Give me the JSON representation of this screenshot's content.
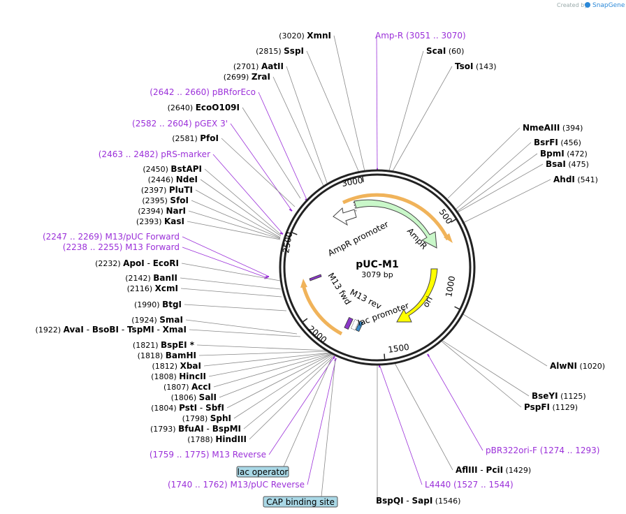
{
  "credit": "Created by",
  "brand": "SnapGene",
  "plasmid": {
    "name": "pUC-M1",
    "length_label": "3079 bp"
  },
  "ticks": [
    "500",
    "1000",
    "1500",
    "2000",
    "2500",
    "3000"
  ],
  "features": [
    {
      "name": "AmpR",
      "color": "#c9f7c9"
    },
    {
      "name": "AmpR promoter",
      "color": "#ffffff"
    },
    {
      "name": "ori",
      "color": "#ffff00"
    },
    {
      "name": "lac promoter",
      "color": "#ffffff"
    },
    {
      "name": "M13 rev",
      "color": "#ffffff"
    },
    {
      "name": "M13 fwd",
      "color": "#ffffff"
    }
  ],
  "boxed": [
    {
      "name": "lac operator",
      "color": "#a9d8e6"
    },
    {
      "name": "CAP binding site",
      "color": "#a9d8e6"
    }
  ],
  "sites": [
    {
      "id": "xmni",
      "pos": "(3020)",
      "enz": [
        "XmnI"
      ]
    },
    {
      "id": "sspi",
      "pos": "(2815)",
      "enz": [
        "SspI"
      ]
    },
    {
      "id": "aatii",
      "pos": "(2701)",
      "enz": [
        "AatII"
      ]
    },
    {
      "id": "zrai",
      "pos": "(2699)",
      "enz": [
        "ZraI"
      ]
    },
    {
      "id": "pbrforeco",
      "primer": "(2642 .. 2660)  pBRforEco"
    },
    {
      "id": "eco0109i",
      "pos": "(2640)",
      "enz": [
        "EcoO109I"
      ]
    },
    {
      "id": "pgex3",
      "primer": "(2582 .. 2604)  pGEX 3'"
    },
    {
      "id": "pfoi",
      "pos": "(2581)",
      "enz": [
        "PfoI"
      ]
    },
    {
      "id": "prsmarker",
      "primer": "(2463 .. 2482)  pRS-marker"
    },
    {
      "id": "bstapi",
      "pos": "(2450)",
      "enz": [
        "BstAPI"
      ]
    },
    {
      "id": "ndei",
      "pos": "(2446)",
      "enz": [
        "NdeI"
      ]
    },
    {
      "id": "pluti",
      "pos": "(2397)",
      "enz": [
        "PluTI"
      ]
    },
    {
      "id": "sfoi",
      "pos": "(2395)",
      "enz": [
        "SfoI"
      ]
    },
    {
      "id": "nari",
      "pos": "(2394)",
      "enz": [
        "NarI"
      ]
    },
    {
      "id": "kasi",
      "pos": "(2393)",
      "enz": [
        "KasI"
      ]
    },
    {
      "id": "m13pucfwd",
      "primer": "(2247 .. 2269)  M13/pUC Forward"
    },
    {
      "id": "m13fwd",
      "primer": "(2238 .. 2255)  M13 Forward"
    },
    {
      "id": "apoi",
      "pos": "(2232)",
      "enz": [
        "ApoI",
        "EcoRI"
      ]
    },
    {
      "id": "banii",
      "pos": "(2142)",
      "enz": [
        "BanII"
      ]
    },
    {
      "id": "xcmi",
      "pos": "(2116)",
      "enz": [
        "XcmI"
      ]
    },
    {
      "id": "btgi",
      "pos": "(1990)",
      "enz": [
        "BtgI"
      ]
    },
    {
      "id": "smai",
      "pos": "(1924)",
      "enz": [
        "SmaI"
      ]
    },
    {
      "id": "avai",
      "pos": "(1922)",
      "enz": [
        "AvaI",
        "BsoBI",
        "TspMI",
        "XmaI"
      ]
    },
    {
      "id": "bspei",
      "pos": "(1821)",
      "enz": [
        "BspEI *"
      ]
    },
    {
      "id": "bamhi",
      "pos": "(1818)",
      "enz": [
        "BamHI"
      ]
    },
    {
      "id": "xbai",
      "pos": "(1812)",
      "enz": [
        "XbaI"
      ]
    },
    {
      "id": "hincii",
      "pos": "(1808)",
      "enz": [
        "HincII"
      ]
    },
    {
      "id": "acci",
      "pos": "(1807)",
      "enz": [
        "AccI"
      ]
    },
    {
      "id": "sali",
      "pos": "(1806)",
      "enz": [
        "SalI"
      ]
    },
    {
      "id": "psti",
      "pos": "(1804)",
      "enz": [
        "PstI",
        "SbfI"
      ]
    },
    {
      "id": "sphi",
      "pos": "(1798)",
      "enz": [
        "SphI"
      ]
    },
    {
      "id": "bfuai",
      "pos": "(1793)",
      "enz": [
        "BfuAI",
        "BspMI"
      ]
    },
    {
      "id": "hindiii",
      "pos": "(1788)",
      "enz": [
        "HindIII"
      ]
    },
    {
      "id": "m13rev",
      "primer": "(1759 .. 1775)  M13 Reverse"
    },
    {
      "id": "m13pucrev",
      "primer": "(1740 .. 1762)  M13/pUC Reverse"
    },
    {
      "id": "ampr",
      "primer": "Amp-R    (3051 .. 3070)"
    },
    {
      "id": "scai",
      "enz": [
        "ScaI"
      ],
      "pos": "(60)"
    },
    {
      "id": "tsoi",
      "enz": [
        "TsoI"
      ],
      "pos": "(143)"
    },
    {
      "id": "nmeaiii",
      "enz": [
        "NmeAIII"
      ],
      "pos": "(394)"
    },
    {
      "id": "bsrfi",
      "enz": [
        "BsrFI"
      ],
      "pos": "(456)"
    },
    {
      "id": "bpmi",
      "enz": [
        "BpmI"
      ],
      "pos": "(472)"
    },
    {
      "id": "bsai",
      "enz": [
        "BsaI"
      ],
      "pos": "(475)"
    },
    {
      "id": "ahdi",
      "enz": [
        "AhdI"
      ],
      "pos": "(541)"
    },
    {
      "id": "alwni",
      "enz": [
        "AlwNI"
      ],
      "pos": "(1020)"
    },
    {
      "id": "bseyi",
      "enz": [
        "BseYI"
      ],
      "pos": "(1125)"
    },
    {
      "id": "pspfi",
      "enz": [
        "PspFI"
      ],
      "pos": "(1129)"
    },
    {
      "id": "pbr322",
      "primer": "pBR322ori-F    (1274 .. 1293)"
    },
    {
      "id": "afliii",
      "enz": [
        "AflIII",
        "PciI"
      ],
      "pos": "(1429)"
    },
    {
      "id": "l4440",
      "primer": "L4440    (1527 .. 1544)"
    },
    {
      "id": "bspqi",
      "enz": [
        "BspQI",
        "SapI"
      ],
      "pos": "(1546)"
    }
  ]
}
